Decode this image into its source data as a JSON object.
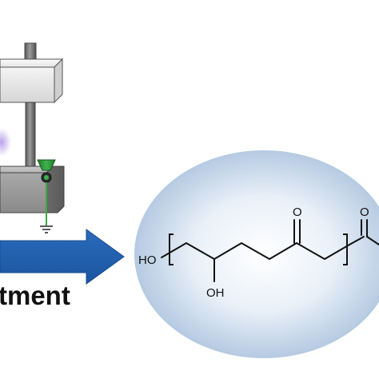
{
  "caption": {
    "text": "tment"
  },
  "apparatus": {
    "ground_symbol_name": "ground-symbol"
  },
  "molecule": {
    "atoms": {
      "terminal_hydroxyl": "HO",
      "side_hydroxyl": "OH",
      "ketone_oxygen_left": "O",
      "ketone_oxygen_right": "O"
    }
  },
  "colors": {
    "arrow": "#1f5fad",
    "ellipse_center": "#ffffff",
    "ellipse_edge": "#b8cde4",
    "plasma_glow": "#c6b3ef",
    "electrode_green": "#2ea03a",
    "metal_light": "#e6e6e6",
    "metal_dark": "#6d6d6d",
    "stroke": "#111111"
  }
}
